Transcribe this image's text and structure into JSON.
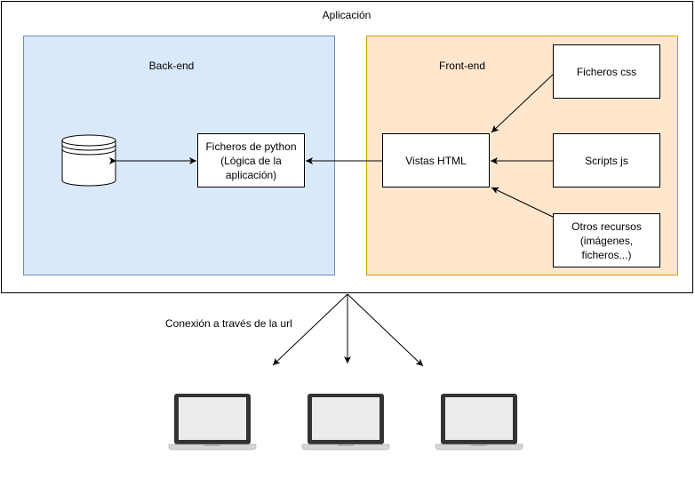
{
  "app": {
    "title": "Aplicación"
  },
  "backend": {
    "title": "Back-end",
    "python_files": [
      "Ficheros de python",
      "(Lógica de la",
      "aplicación)"
    ]
  },
  "frontend": {
    "title": "Front-end",
    "views": "Vistas HTML",
    "css": "Ficheros css",
    "js": "Scripts js",
    "other": [
      "Otros recursos",
      "(imágenes,",
      "ficheros...)"
    ]
  },
  "connection": {
    "label": "Conexión a través de la url"
  },
  "colors": {
    "backend_fill": "#dae8fc",
    "backend_stroke": "#6c8ebf",
    "frontend_fill": "#ffe6cc",
    "frontend_stroke": "#d79b00"
  },
  "icons": [
    "database-icon",
    "laptop-icon",
    "laptop-icon",
    "laptop-icon"
  ]
}
